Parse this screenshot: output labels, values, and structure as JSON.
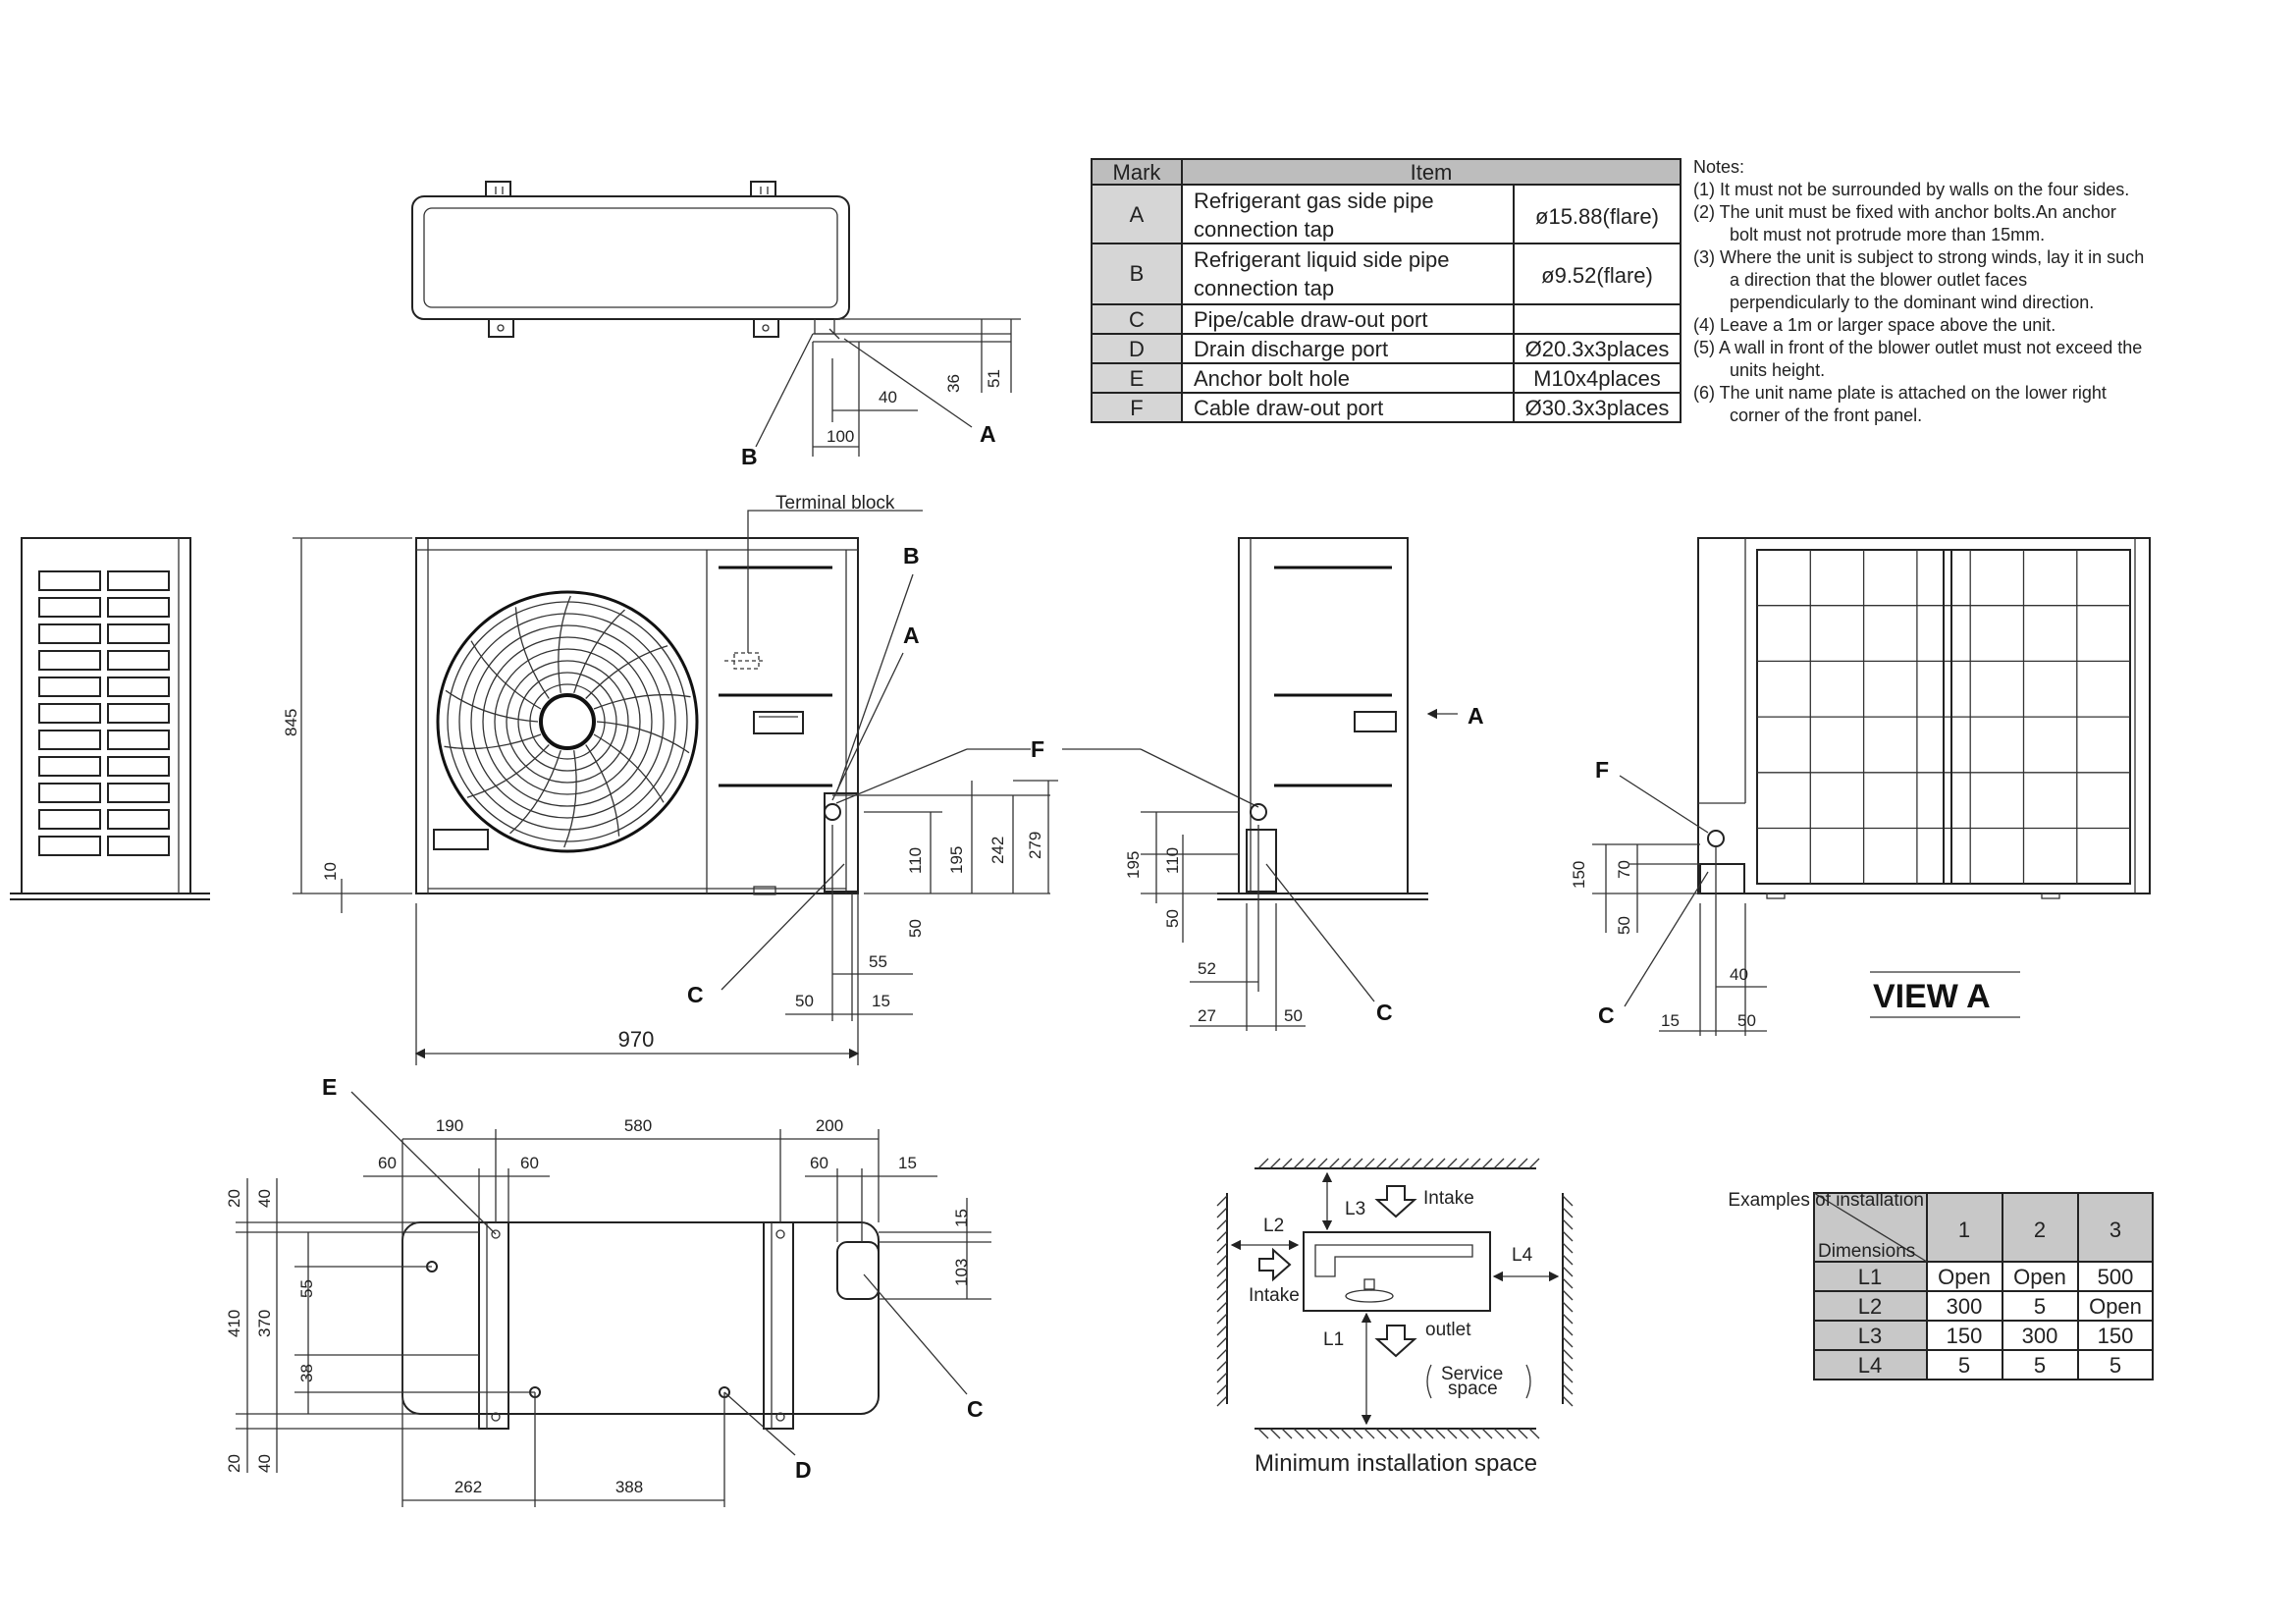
{
  "parts_table": {
    "headers": [
      "Mark",
      "Item"
    ],
    "rows": [
      {
        "mark": "A",
        "item_line1": "Refrigerant gas side pipe",
        "item_line2": "connection tap",
        "spec": "ø15.88(flare)"
      },
      {
        "mark": "B",
        "item_line1": "Refrigerant liquid side pipe",
        "item_line2": "connection tap",
        "spec": "ø9.52(flare)"
      },
      {
        "mark": "C",
        "item_line1": "Pipe/cable draw-out port",
        "item_line2": "",
        "spec": ""
      },
      {
        "mark": "D",
        "item_line1": "Drain discharge port",
        "item_line2": "",
        "spec": "Ø20.3x3places"
      },
      {
        "mark": "E",
        "item_line1": "Anchor bolt hole",
        "item_line2": "",
        "spec": "M10x4places"
      },
      {
        "mark": "F",
        "item_line1": "Cable draw-out port",
        "item_line2": "",
        "spec": "Ø30.3x3places"
      }
    ]
  },
  "notes": {
    "title": "Notes:",
    "lines": [
      "(1) It must not be surrounded by walls on the four sides.",
      "(2) The unit must be fixed with anchor bolts.An anchor",
      "bolt must not protrude more than 15mm.",
      "(3) Where the unit is subject to strong winds, lay it in such",
      "a direction that the blower outlet faces",
      "perpendicularly to the dominant wind direction.",
      "(4) Leave a 1m or larger space above the unit.",
      "(5) A wall in front of the blower outlet must not exceed the",
      "units height.",
      "(6) The unit name plate is attached on the lower right",
      "corner of the front panel."
    ]
  },
  "top_view": {
    "dims": [
      "40",
      "100",
      "36",
      "51"
    ],
    "marks": [
      "B",
      "A"
    ]
  },
  "front_view": {
    "terminal_label": "Terminal block",
    "dims": [
      "845",
      "10",
      "110",
      "195",
      "242",
      "279",
      "50",
      "55",
      "50",
      "15",
      "970"
    ],
    "marks": [
      "B",
      "A",
      "F",
      "C"
    ]
  },
  "side_view": {
    "dims": [
      "195",
      "110",
      "50",
      "52",
      "27",
      "50"
    ],
    "marks": [
      "C"
    ],
    "arrow_label": "A"
  },
  "view_a": {
    "title": "VIEW A",
    "dims": [
      "150",
      "70",
      "50",
      "40",
      "15",
      "50"
    ],
    "marks": [
      "F",
      "C"
    ]
  },
  "base_view": {
    "top_dims": [
      "190",
      "580",
      "200"
    ],
    "sub_dims": [
      "60",
      "60",
      "60",
      "15"
    ],
    "left_dims": [
      "20",
      "40",
      "410",
      "370",
      "55",
      "38",
      "20",
      "40"
    ],
    "right_dims": [
      "15",
      "103"
    ],
    "bottom_dims": [
      "262",
      "388"
    ],
    "marks": [
      "E",
      "C",
      "D"
    ]
  },
  "install_diagram": {
    "caption": "Minimum installation space",
    "labels": {
      "L1": "L1",
      "L2": "L2",
      "L3": "L3",
      "L4": "L4",
      "intake_top": "Intake",
      "intake_left": "Intake",
      "outlet": "outlet",
      "service_line1": "Service",
      "service_line2": "space"
    }
  },
  "install_table": {
    "corner_top": "Examples of installation",
    "corner_bottom": "Dimensions",
    "columns": [
      "1",
      "2",
      "3"
    ],
    "rows": [
      {
        "label": "L1",
        "values": [
          "Open",
          "Open",
          "500"
        ]
      },
      {
        "label": "L2",
        "values": [
          "300",
          "5",
          "Open"
        ]
      },
      {
        "label": "L3",
        "values": [
          "150",
          "300",
          "150"
        ]
      },
      {
        "label": "L4",
        "values": [
          "5",
          "5",
          "5"
        ]
      }
    ]
  }
}
